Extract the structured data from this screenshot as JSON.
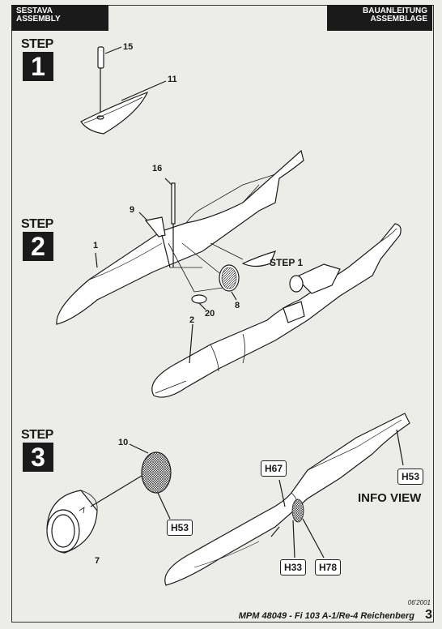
{
  "header": {
    "left_line1": "SESTAVA",
    "left_line2": "ASSEMBLY",
    "right_line1": "BAUANLEITUNG",
    "right_line2": "ASSEMBLAGE"
  },
  "steps": [
    {
      "label": "STEP",
      "number": "1"
    },
    {
      "label": "STEP",
      "number": "2"
    },
    {
      "label": "STEP",
      "number": "3"
    }
  ],
  "callouts": {
    "p15": "15",
    "p11": "11",
    "p16": "16",
    "p9": "9",
    "p1": "1",
    "step1_ref": "STEP 1",
    "p8": "8",
    "p20": "20",
    "p2": "2",
    "p10": "10",
    "p7": "7"
  },
  "paint_codes": {
    "h53_a": "H53",
    "h67": "H67",
    "h53_b": "H53",
    "h33": "H33",
    "h78": "H78"
  },
  "info_view": "INFO VIEW",
  "footer": {
    "title": "MPM 48049 - Fi 103 A-1/Re-4 Reichenberg",
    "page": "3",
    "date": "06'2001"
  }
}
